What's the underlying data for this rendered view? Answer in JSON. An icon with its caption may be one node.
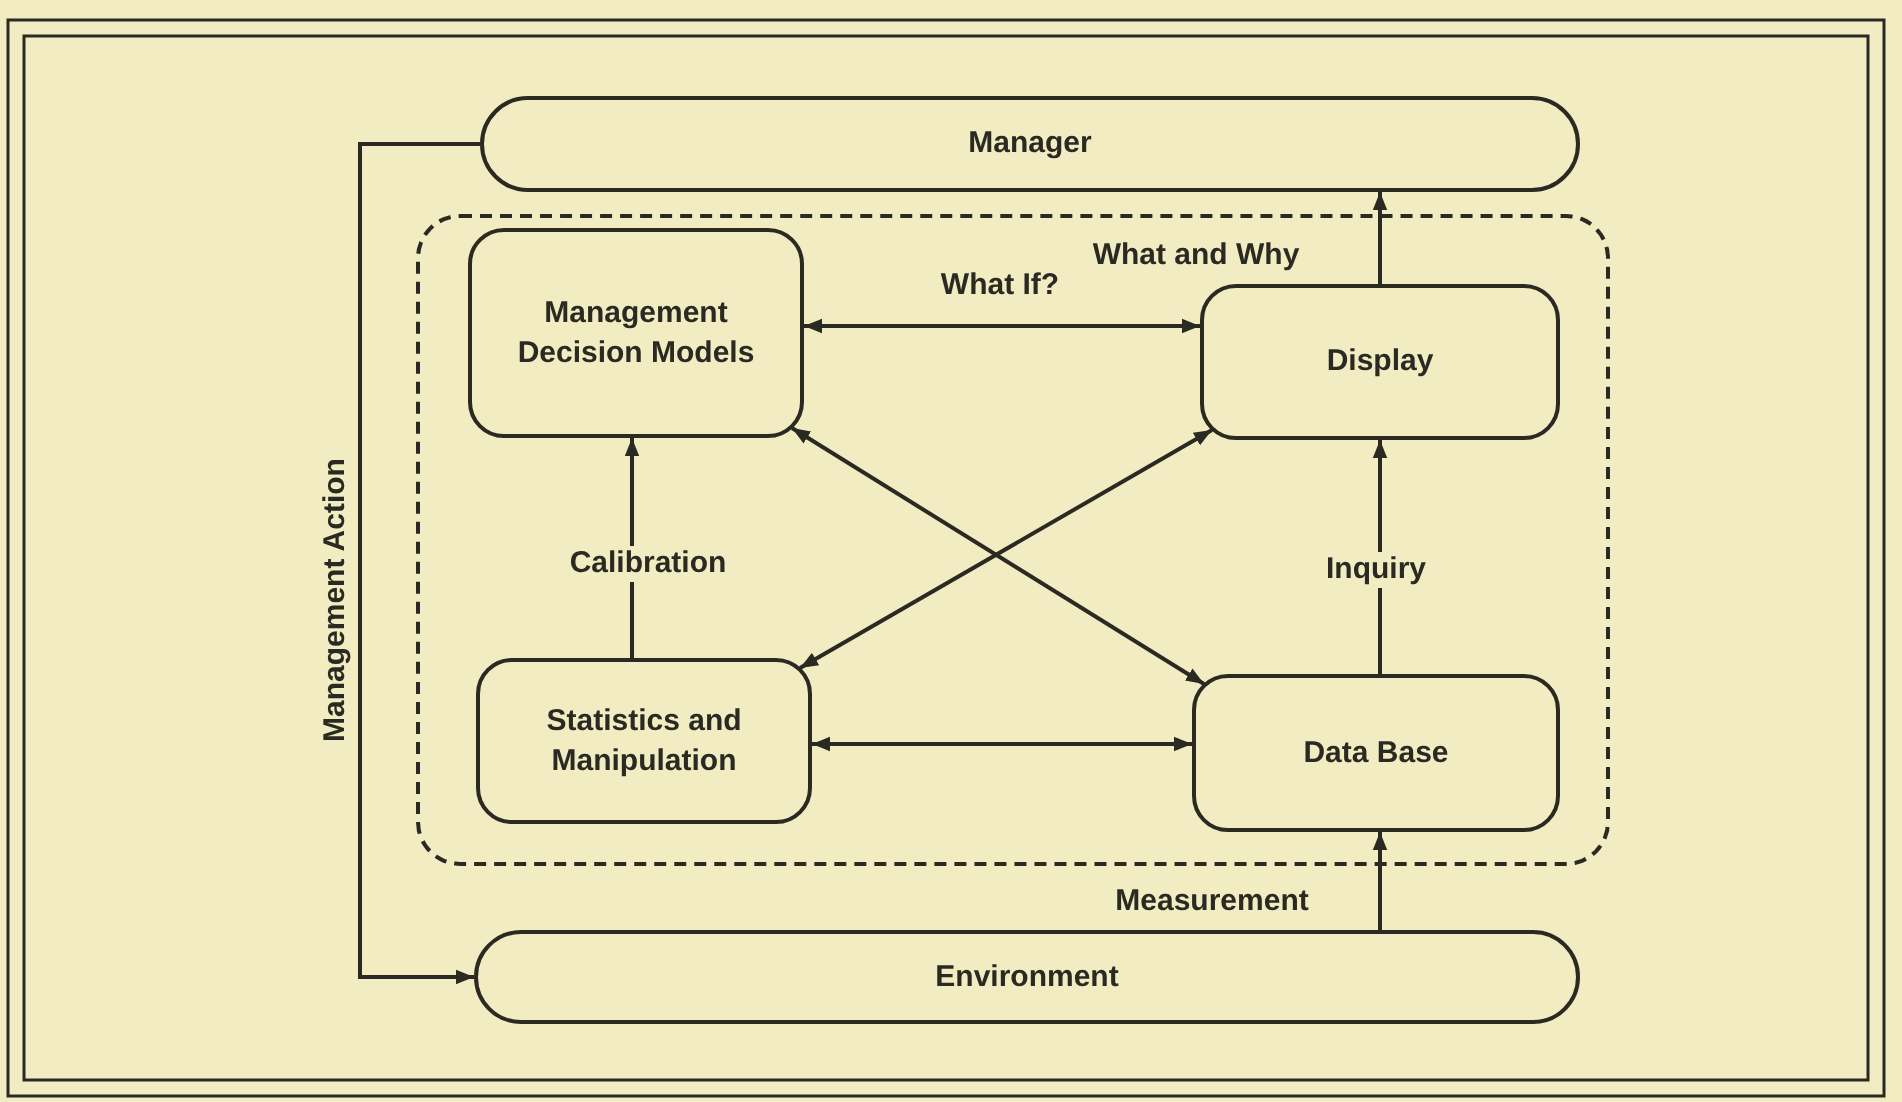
{
  "diagram": {
    "nodes": [
      {
        "text": [
          "Manager"
        ]
      },
      {
        "text": [],
        "shape": "box"
      },
      {
        "text": [
          "Management Decision Models"
        ],
        "in": 1
      },
      {
        "text": [
          "Display"
        ],
        "in": 1
      },
      {
        "text": [
          "Statistics and Manipulation"
        ],
        "in": 1
      },
      {
        "text": [
          "Data Base"
        ],
        "in": 1
      },
      {
        "text": [
          "Environment"
        ]
      }
    ],
    "edges": [
      {
        "from": 0,
        "to": 6,
        "arrow": "to",
        "label": "Management Action"
      },
      {
        "from": 3,
        "to": 0,
        "arrow": "to",
        "label": "What and Why"
      },
      {
        "from": 2,
        "to": 3,
        "arrow": "both",
        "label": "What If?"
      },
      {
        "from": 4,
        "to": 2,
        "arrow": "to",
        "label": "Calibration"
      },
      {
        "from": 3,
        "to": 4,
        "arrow": "both"
      },
      {
        "from": 2,
        "to": 5,
        "arrow": "both"
      },
      {
        "from": 4,
        "to": 5,
        "arrow": "both"
      },
      {
        "from": 5,
        "to": 3,
        "arrow": "to",
        "label": "Inquiry"
      },
      {
        "from": 6,
        "to": 5,
        "arrow": "to",
        "label": "Measurement"
      }
    ]
  }
}
